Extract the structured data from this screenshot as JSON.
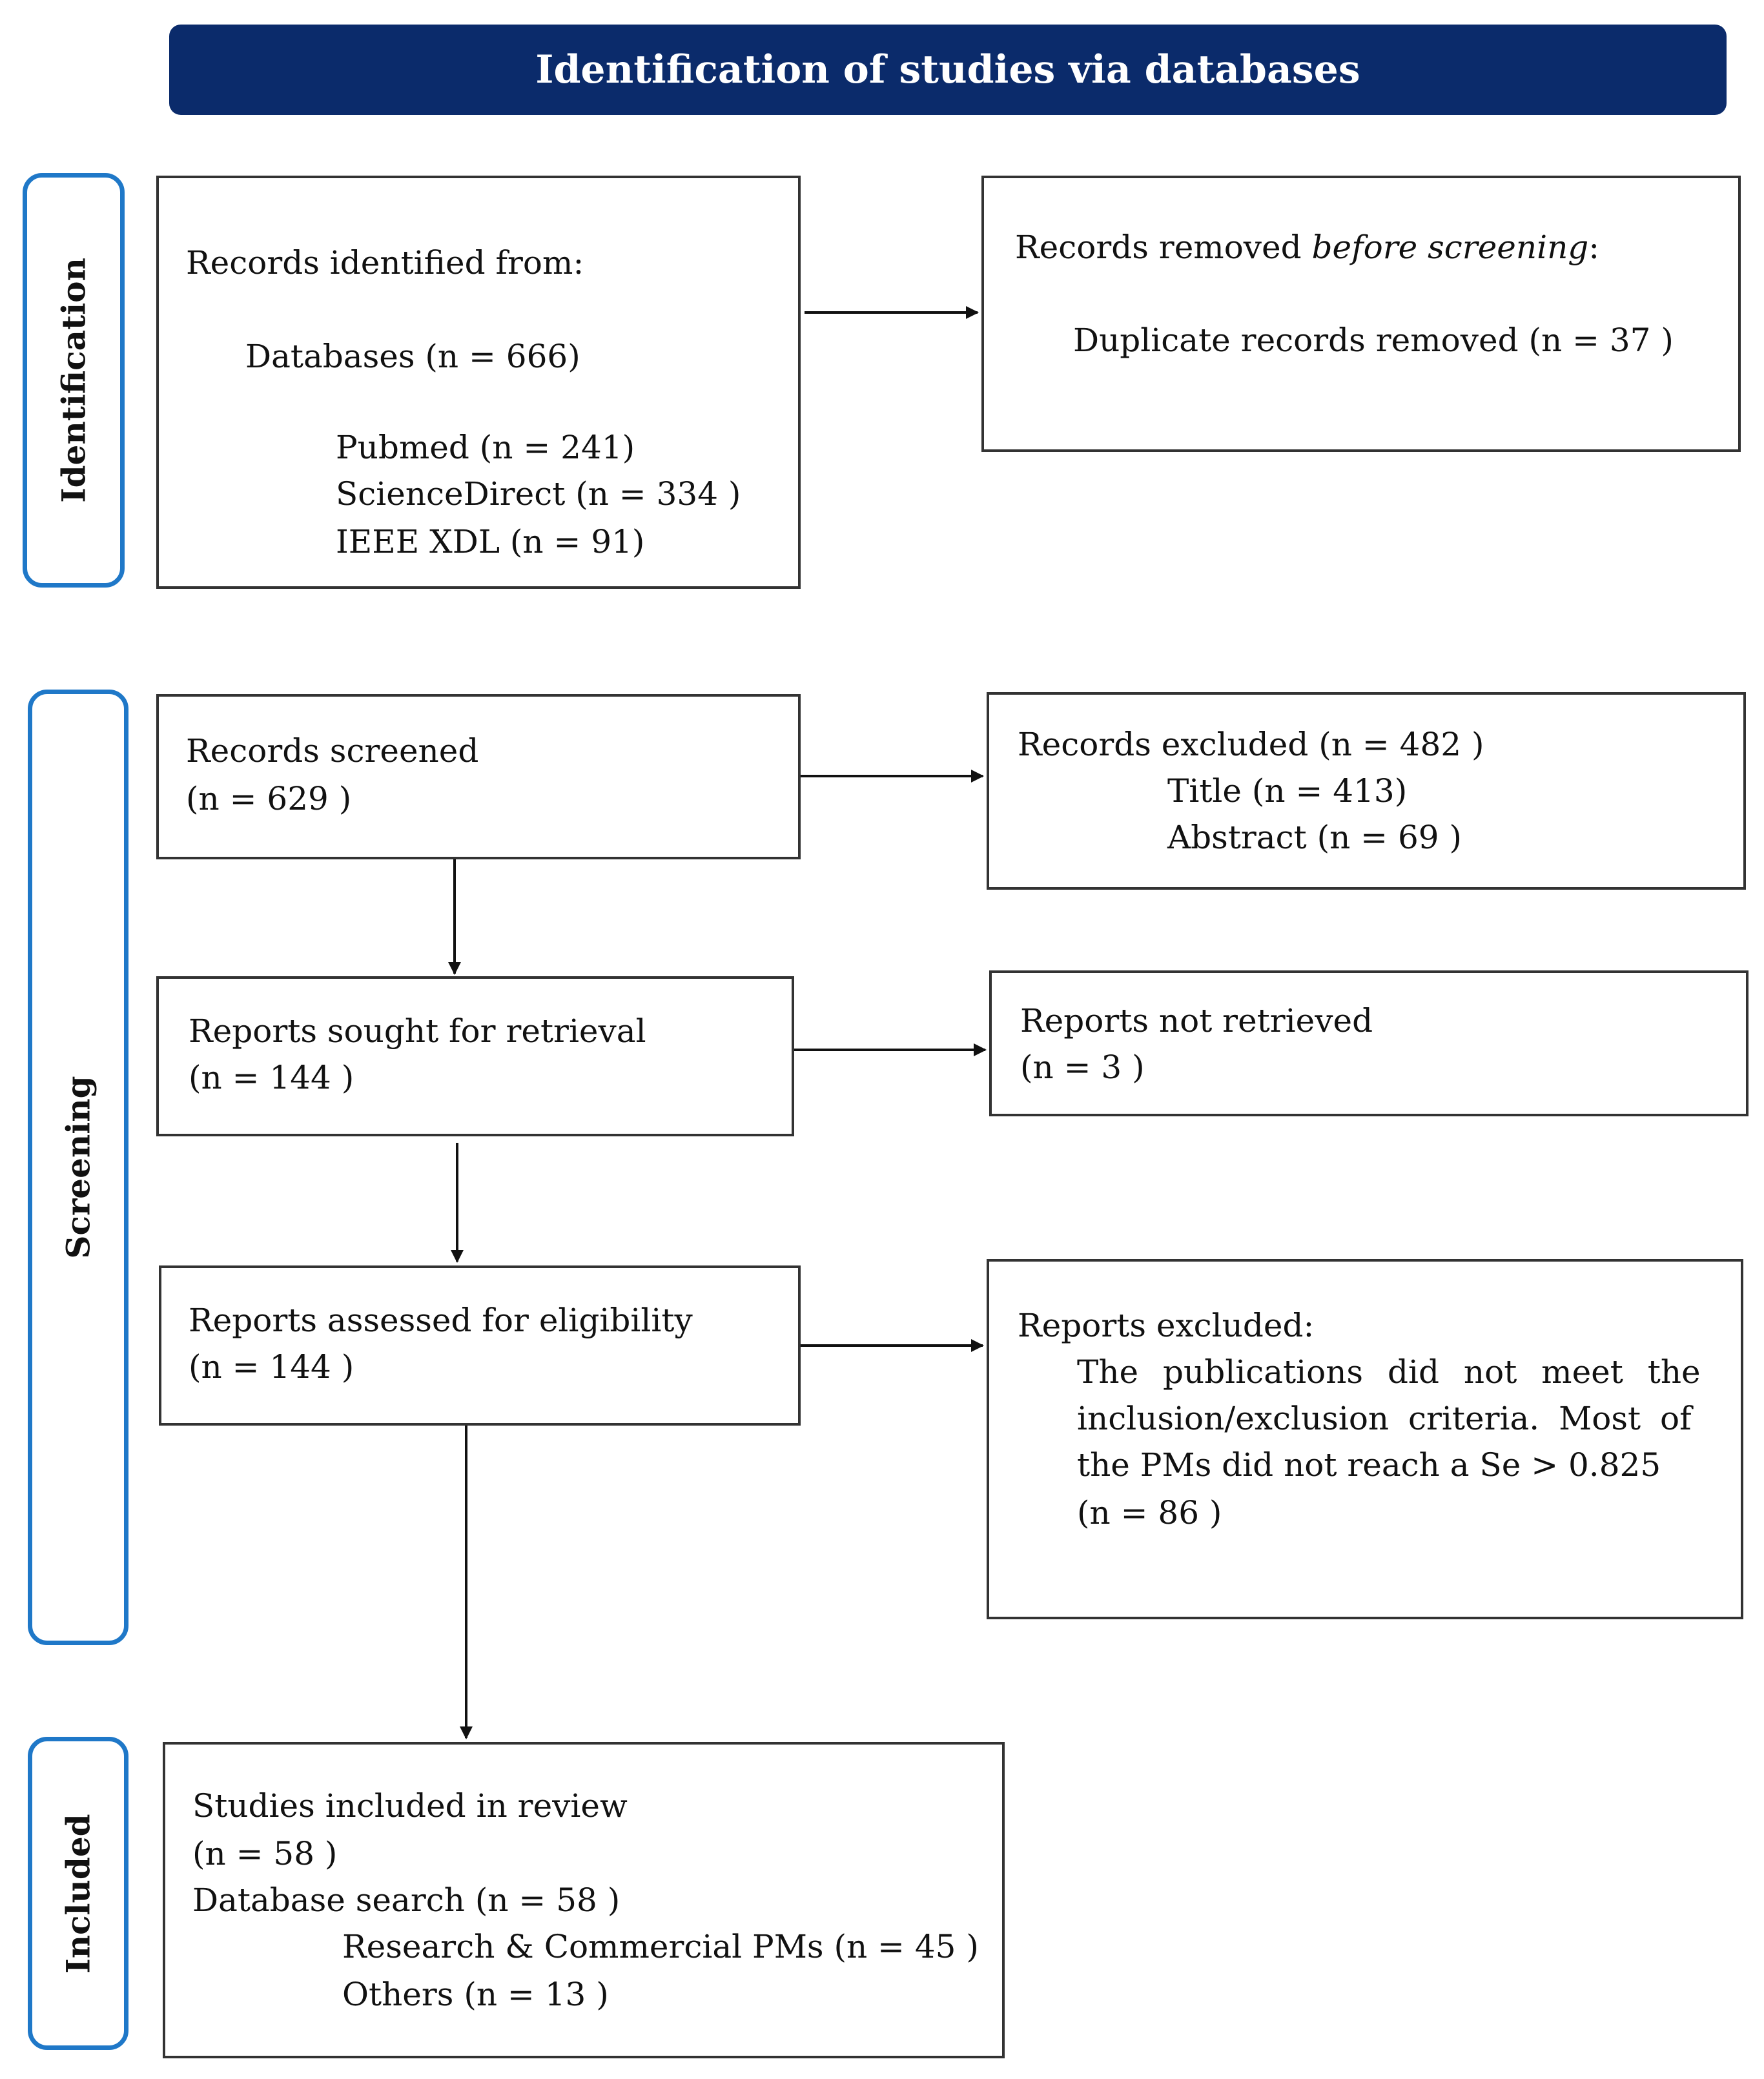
{
  "header": {
    "title": "Identification of studies via databases"
  },
  "phases": {
    "identification": "Identification",
    "screening": "Screening",
    "included": "Included"
  },
  "identified": {
    "title": "Records identified from:",
    "databases": "Databases (n = 666)",
    "pubmed": "Pubmed (n = 241)",
    "sciencedirect": "ScienceDirect (n = 334 )",
    "ieee": "IEEE XDL (n = 91)"
  },
  "removed": {
    "title_prefix": "Records removed ",
    "title_italic": "before screening",
    "title_suffix": ":",
    "duplicates": "Duplicate records removed  (n = 37 )"
  },
  "screened": {
    "title": "Records screened",
    "count": "(n = 629 )"
  },
  "excluded_records": {
    "title": "Records excluded (n = 482 )",
    "title_line": "Title (n = 413)",
    "abstract_line": "Abstract (n = 69 )"
  },
  "sought": {
    "title": "Reports sought for retrieval",
    "count": "(n = 144 )"
  },
  "not_retrieved": {
    "title": "Reports not retrieved",
    "count": "(n = 3 )"
  },
  "assessed": {
    "title": "Reports assessed for eligibility",
    "count": "(n = 144 )"
  },
  "reports_excluded": {
    "title": "Reports excluded:",
    "line1": "The publications did not meet the",
    "line2": "inclusion/exclusion criteria. Most of",
    "line3": "the PMs did not reach a Se > 0.825",
    "count": "(n = 86 )"
  },
  "included_box": {
    "title": "Studies included in review",
    "count": "(n = 58 )",
    "search": "Database search (n = 58 )",
    "research": "Research & Commercial PMs (n = 45 )",
    "others": "Others (n = 13  )"
  },
  "colors": {
    "header_bg": "#0b2b6b",
    "phase_border": "#1f78c8",
    "box_border": "#333333"
  }
}
